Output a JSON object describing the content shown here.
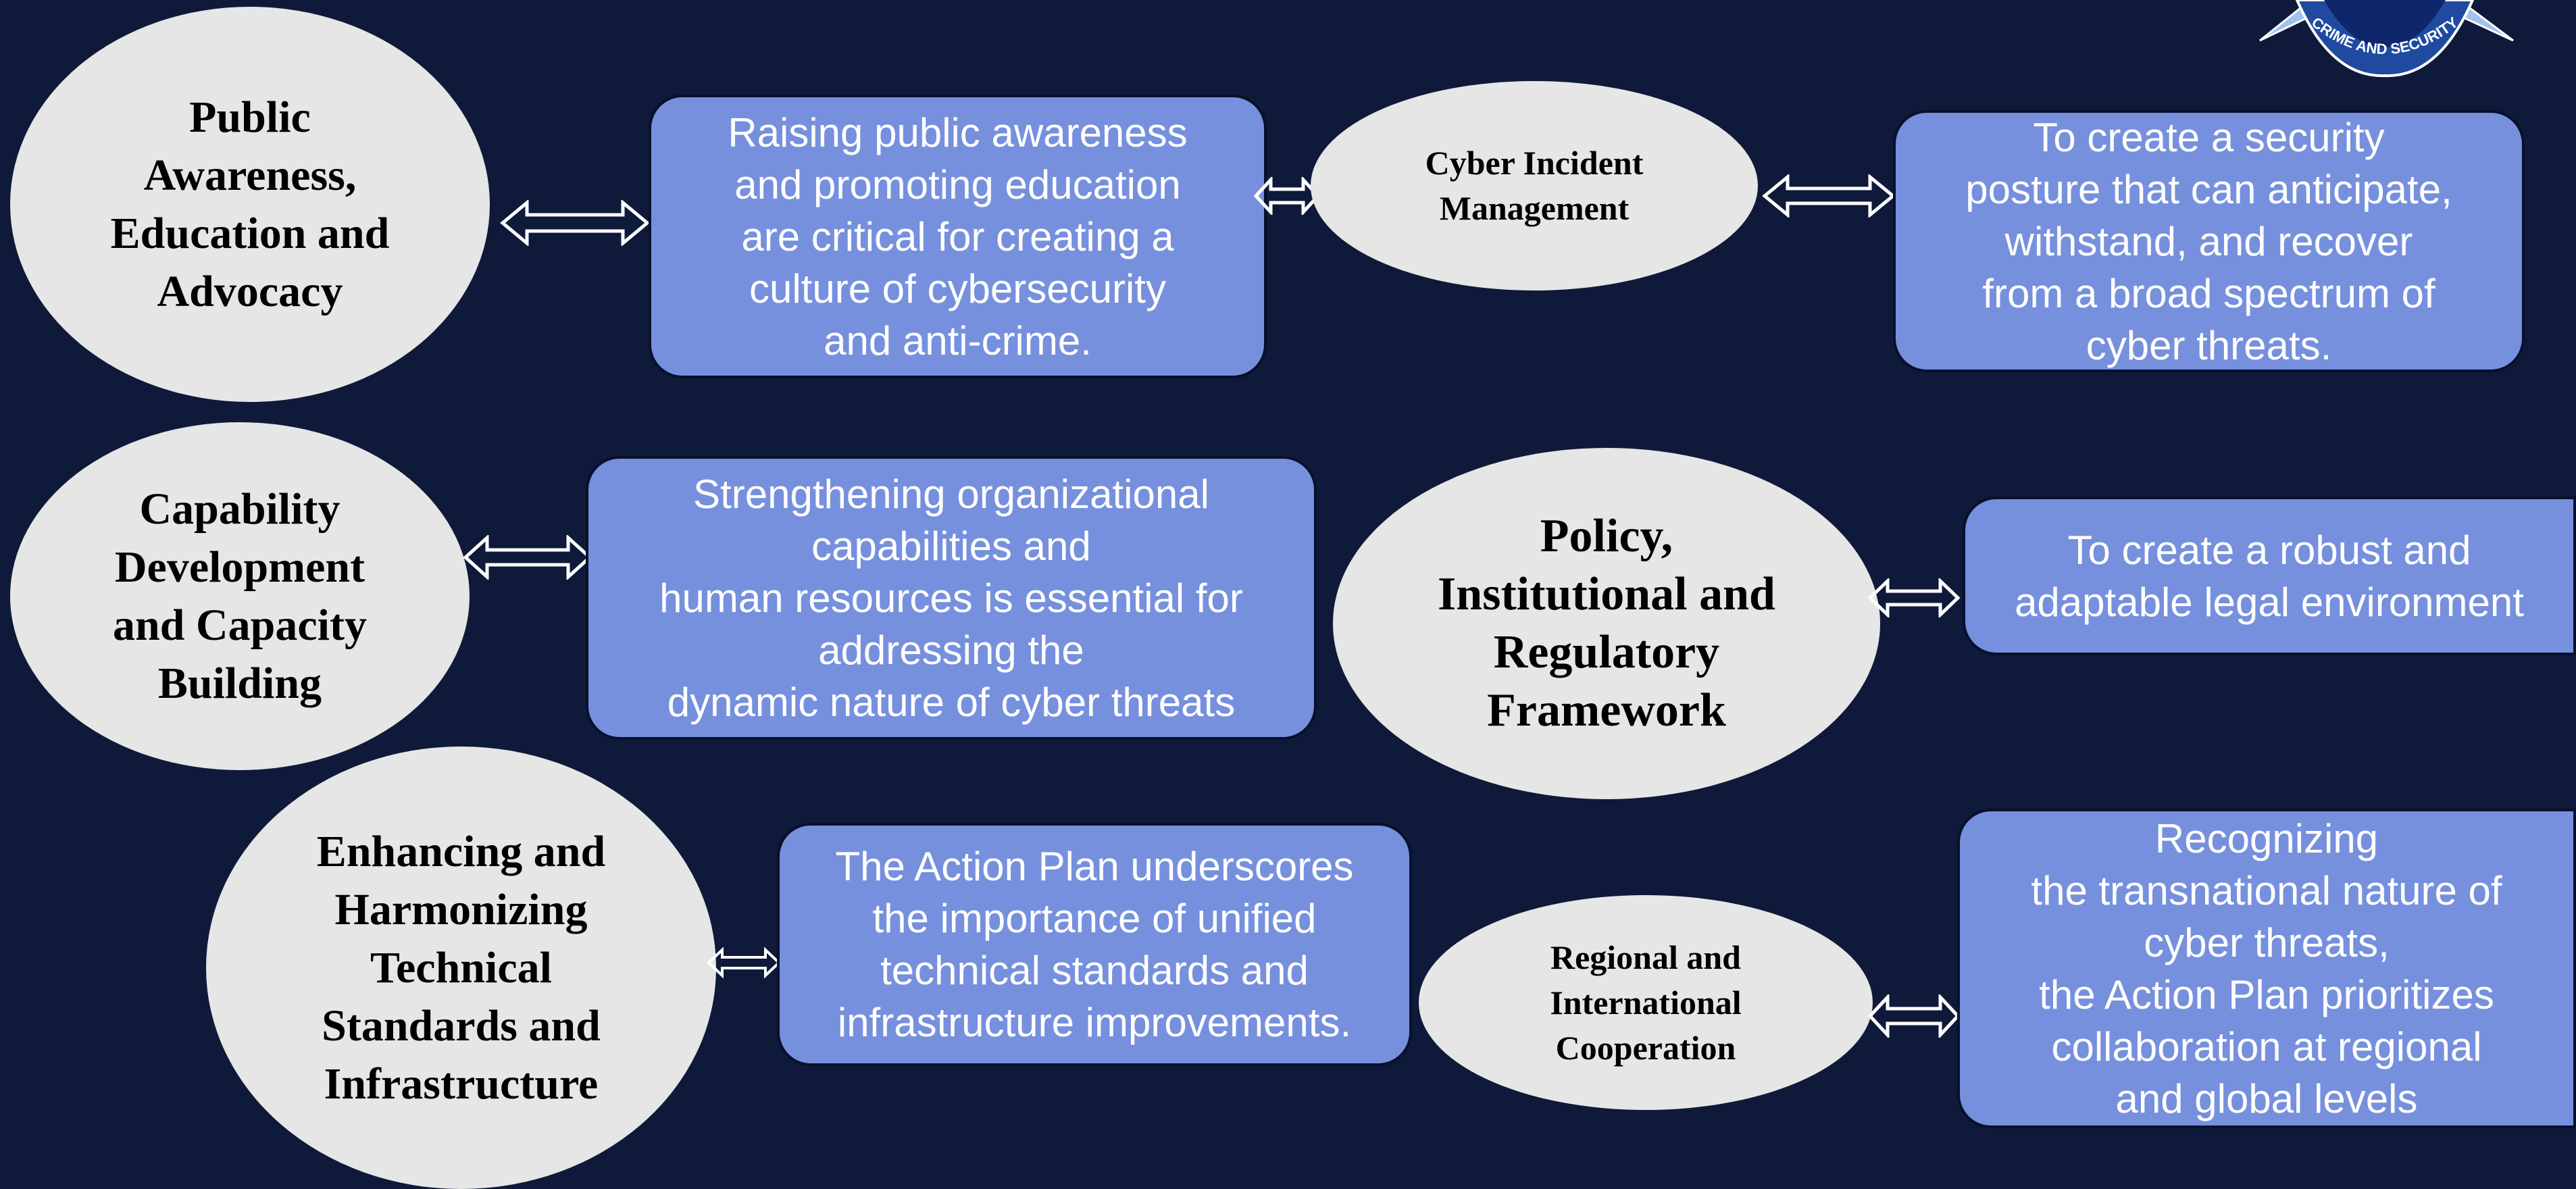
{
  "colors": {
    "background": "#0f1a3a",
    "ellipse_fill": "#e6e6e6",
    "box_fill": "#7690dd",
    "box_border": "#07102c",
    "arrow_stroke": "#ffffff"
  },
  "logo": {
    "text": "CRIME AND SECURITY"
  },
  "rows": [
    {
      "topic_a": "Public\nAwareness,\nEducation and\nAdvocacy",
      "desc_a": "Raising public awareness\nand promoting education\nare critical for creating a\nculture of cybersecurity\nand anti-crime.",
      "topic_b": "Cyber Incident\nManagement",
      "desc_b": "To create a security\nposture that can anticipate,\nwithstand, and recover\nfrom a broad spectrum of\ncyber threats."
    },
    {
      "topic_a": "Capability\nDevelopment\nand Capacity\nBuilding",
      "desc_a": "Strengthening organizational\ncapabilities and\nhuman resources is essential for\naddressing the\ndynamic nature of cyber threats",
      "topic_b": "Policy,\nInstitutional and\nRegulatory\nFramework",
      "desc_b": "To create a robust and\nadaptable legal environment"
    },
    {
      "topic_a": "Enhancing and\nHarmonizing\nTechnical\nStandards and\nInfrastructure",
      "desc_a": "The Action Plan underscores\nthe importance of unified\ntechnical standards and\ninfrastructure improvements.",
      "topic_b": "Regional and\nInternational\nCooperation",
      "desc_b": "Recognizing\nthe transnational nature of\ncyber threats,\nthe Action Plan prioritizes\ncollaboration at regional\nand global levels"
    }
  ]
}
